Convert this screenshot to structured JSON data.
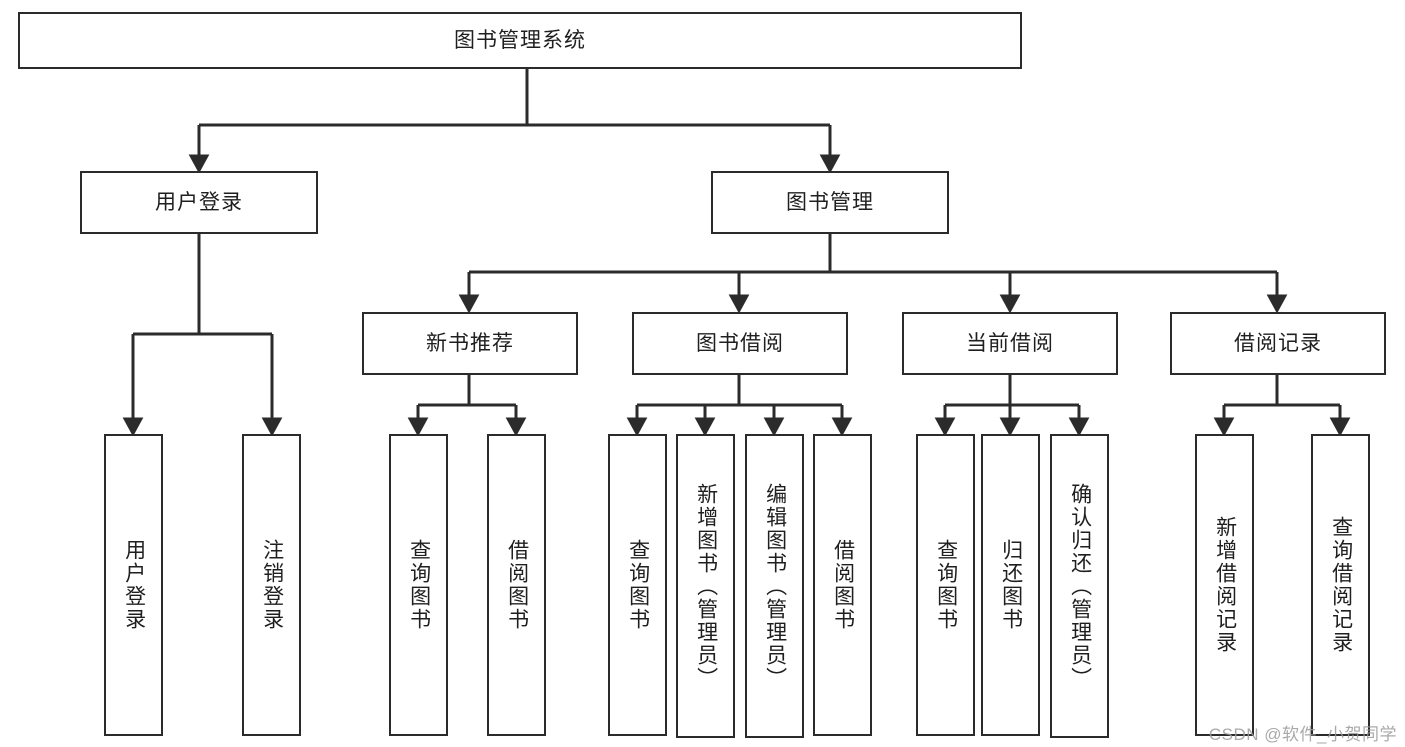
{
  "diagram": {
    "title": "图书管理系统",
    "type": "tree",
    "root": {
      "id": "root",
      "label": "图书管理系统",
      "orientation": "horizontal"
    },
    "level2": [
      {
        "id": "user-login",
        "label": "用户登录",
        "orientation": "horizontal"
      },
      {
        "id": "book-management",
        "label": "图书管理",
        "orientation": "horizontal"
      }
    ],
    "level3": [
      {
        "id": "new-book-recommend",
        "label": "新书推荐",
        "orientation": "horizontal",
        "parent": "book-management"
      },
      {
        "id": "book-borrow",
        "label": "图书借阅",
        "orientation": "horizontal",
        "parent": "book-management"
      },
      {
        "id": "current-borrow",
        "label": "当前借阅",
        "orientation": "horizontal",
        "parent": "book-management"
      },
      {
        "id": "borrow-record",
        "label": "借阅记录",
        "orientation": "horizontal",
        "parent": "book-management"
      }
    ],
    "leaves": [
      {
        "id": "leaf-user-login",
        "label": "用户登录",
        "parent": "user-login"
      },
      {
        "id": "leaf-user-logout",
        "label": "注销登录",
        "parent": "user-login"
      },
      {
        "id": "leaf-rec-query-book",
        "label": "查询图书",
        "parent": "new-book-recommend"
      },
      {
        "id": "leaf-rec-borrow-book",
        "label": "借阅图书",
        "parent": "new-book-recommend"
      },
      {
        "id": "leaf-borrow-query-book",
        "label": "查询图书",
        "parent": "book-borrow"
      },
      {
        "id": "leaf-borrow-add-book",
        "label": "新增图书（管理员）",
        "parent": "book-borrow"
      },
      {
        "id": "leaf-borrow-edit-book",
        "label": "编辑图书（管理员）",
        "parent": "book-borrow"
      },
      {
        "id": "leaf-borrow-borrow-book",
        "label": "借阅图书",
        "parent": "book-borrow"
      },
      {
        "id": "leaf-current-query-book",
        "label": "查询图书",
        "parent": "current-borrow"
      },
      {
        "id": "leaf-current-return-book",
        "label": "归还图书",
        "parent": "current-borrow"
      },
      {
        "id": "leaf-current-confirm-return",
        "label": "确认归还（管理员）",
        "parent": "current-borrow"
      },
      {
        "id": "leaf-record-add",
        "label": "新增借阅记录",
        "parent": "borrow-record"
      },
      {
        "id": "leaf-record-query",
        "label": "查询借阅记录",
        "parent": "borrow-record"
      }
    ],
    "colors": {
      "stroke": "#2b2b2b",
      "fill": "#ffffff",
      "text": "#1f1f1f",
      "watermark": "#9b9b9b"
    }
  },
  "watermark": {
    "text": "CSDN @软件_小贺同学"
  }
}
